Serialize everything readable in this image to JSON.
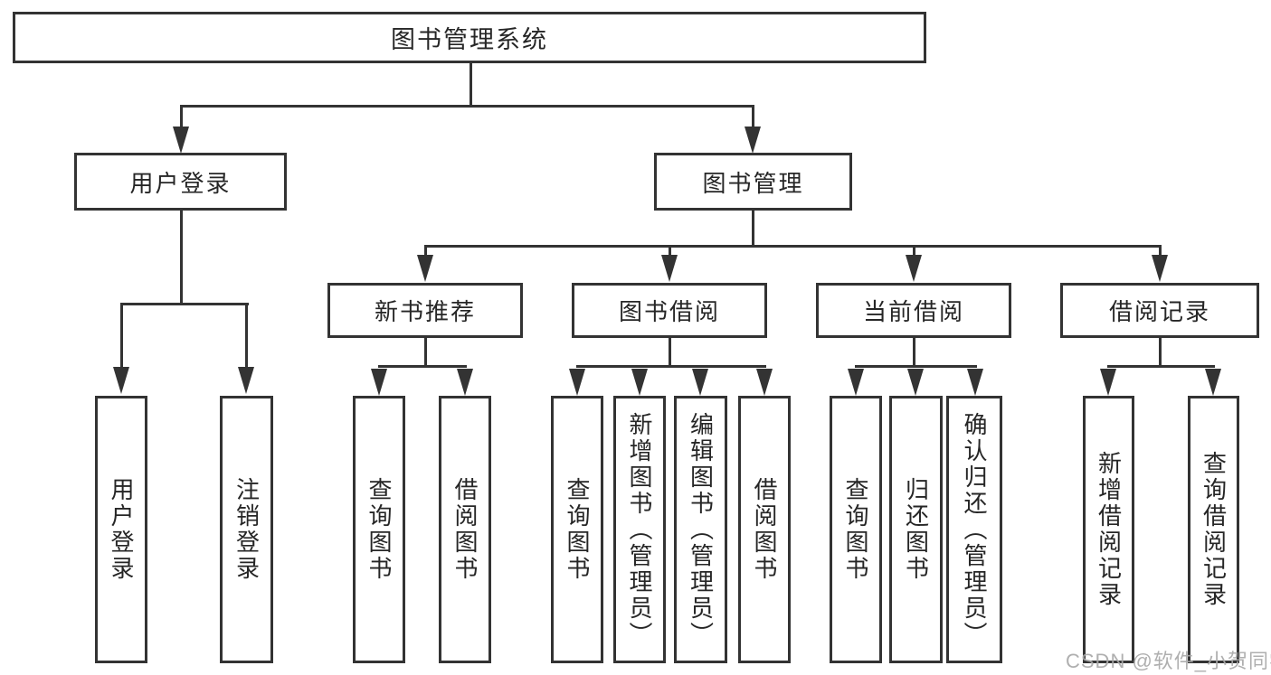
{
  "diagram": {
    "type": "hierarchy-tree",
    "colors": {
      "line": "#333333",
      "text": "#262626",
      "background": "#ffffff",
      "watermark": "#a8a8a8"
    }
  },
  "nodes": {
    "root": "图书管理系统",
    "user_login": "用户登录",
    "book_mgmt": "图书管理",
    "new_book_rec": "新书推荐",
    "book_borrow": "图书借阅",
    "current_borrow": "当前借阅",
    "borrow_records": "借阅记录",
    "leaf_user_login": "用户登录",
    "leaf_logout": "注销登录",
    "leaf_rec_query": "查询图书",
    "leaf_rec_borrow": "借阅图书",
    "leaf_bb_query": "查询图书",
    "leaf_bb_add": "新增图书（管理员）",
    "leaf_bb_edit": "编辑图书（管理员）",
    "leaf_bb_borrow": "借阅图书",
    "leaf_cb_query": "查询图书",
    "leaf_cb_return": "归还图书",
    "leaf_cb_confirm": "确认归还（管理员）",
    "leaf_br_add": "新增借阅记录",
    "leaf_br_query": "查询借阅记录"
  },
  "hierarchy": {
    "图书管理系统": {
      "用户登录": [
        "用户登录",
        "注销登录"
      ],
      "图书管理": {
        "新书推荐": [
          "查询图书",
          "借阅图书"
        ],
        "图书借阅": [
          "查询图书",
          "新增图书（管理员）",
          "编辑图书（管理员）",
          "借阅图书"
        ],
        "当前借阅": [
          "查询图书",
          "归还图书",
          "确认归还（管理员）"
        ],
        "借阅记录": [
          "新增借阅记录",
          "查询借阅记录"
        ]
      }
    }
  },
  "watermark": "CSDN @软件_小贺同学"
}
